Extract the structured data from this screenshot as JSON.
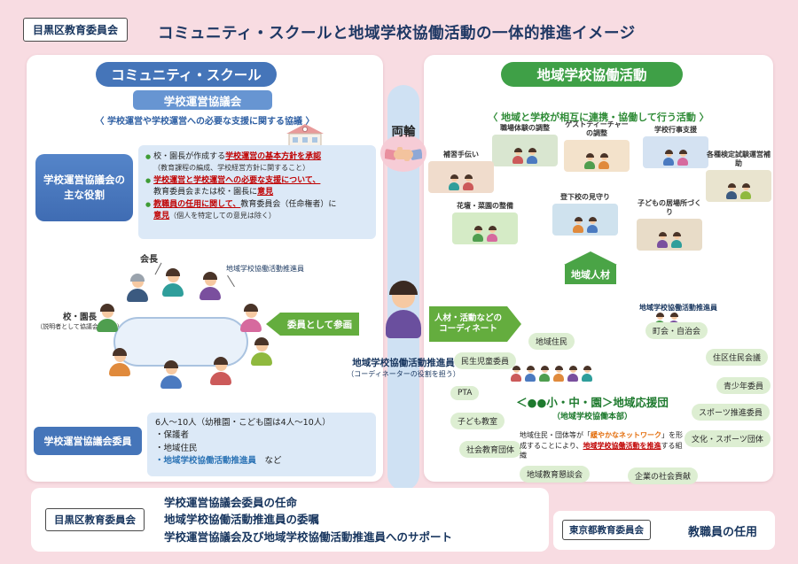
{
  "colors": {
    "background_pink": "#f8dce2",
    "blue_accent": "#4575b9",
    "green_accent": "#3fa047",
    "arrow_green": "#64ad3e",
    "red_accent": "#c00000",
    "navy_text": "#17355e"
  },
  "header": {
    "badge": "目黒区教育委員会",
    "title": "コミュニティ・スクールと地域学校協働活動の一体的推進イメージ"
  },
  "center": {
    "wheels": "両輪",
    "participate_arrow": "委員として参画",
    "coordinate_arrow_line1": "人材・活動などの",
    "coordinate_arrow_line2": "コーディネート",
    "promoter": "地域学校協働活動推進員",
    "promoter_note": "（コーディネーターの役割を担う）"
  },
  "left_panel": {
    "pill": "コミュニティ・スクール",
    "subtitle": "学校運営協議会",
    "caption": "〈 学校運営や学校運営への必要な支援に関する協議 〉",
    "roles": {
      "label": "学校運営協議会の主な役割",
      "bullet1": {
        "s1": "校・園長が作成する",
        "s2": "学校運営の基本方針を承認",
        "s3": "（教育課程の編成、学校経営方針に関すること）"
      },
      "bullet2": {
        "s1": "学校運営と学校運営への必要な支援について、",
        "s2": "教育委員会または校・園長に",
        "s3": "意見"
      },
      "bullet3": {
        "s1": "教職員の任用に関して、",
        "s2": "教育委員会（任命権者）に",
        "s3": "意見",
        "s4": "（個人を特定しての意見は除く）"
      }
    },
    "meeting": {
      "chairman": "会長",
      "promoter": "地域学校協働活動推進員",
      "principal": "校・園長",
      "principal_note": "（説明者として協議会に参加）"
    },
    "members": {
      "label": "学校運営協議会委員",
      "line1": "6人～10人（幼稚園・こども園は4人～10人）",
      "item1": "・保護者",
      "item2": "・地域住民",
      "item3": "・地域学校協働活動推進員",
      "item3_suffix": "　など"
    }
  },
  "right_panel": {
    "pill": "地域学校協働活動",
    "caption": "〈 地域と学校が相互に連携・協働して行う活動 〉",
    "activities": [
      "職場体験の調整",
      "ゲストティーチャーの調整",
      "学校行事支援",
      "補習手伝い",
      "各種検定試験運営補助",
      "花壇・菜園の整備",
      "登下校の見守り",
      "子どもの居場所づくり"
    ],
    "jinzai_arrow": "地域人材",
    "promoter_label": "地域学校協働活動推進員",
    "bubbles": [
      "地域住民",
      "町会・自治会",
      "住区住民会議",
      "民生児童委員",
      "青少年委員",
      "PTA",
      "スポーツ推進委員",
      "子ども教室",
      "文化・スポーツ団体",
      "社会教育団体",
      "地域教育懇談会",
      "企業の社会貢献"
    ],
    "support_team": "＜●●小・中・園＞地域応援団",
    "support_team_sub": "（地域学校協働本部）",
    "note": {
      "s1": "地域住民・団体等が「",
      "s2": "緩やかなネットワーク",
      "s3": "」を形成することにより、",
      "s4": "地域学校協働活動を推進",
      "s5": "する組織"
    }
  },
  "footer": {
    "meguro": {
      "label": "目黒区教育委員会",
      "line1": "学校運営協議会委員の任命",
      "line2": "地域学校協働活動推進員の委嘱",
      "line3": "学校運営協議会及び地域学校協働活動推進員へのサポート"
    },
    "tokyo": {
      "label": "東京都教育委員会",
      "text": "教職員の任用"
    }
  }
}
